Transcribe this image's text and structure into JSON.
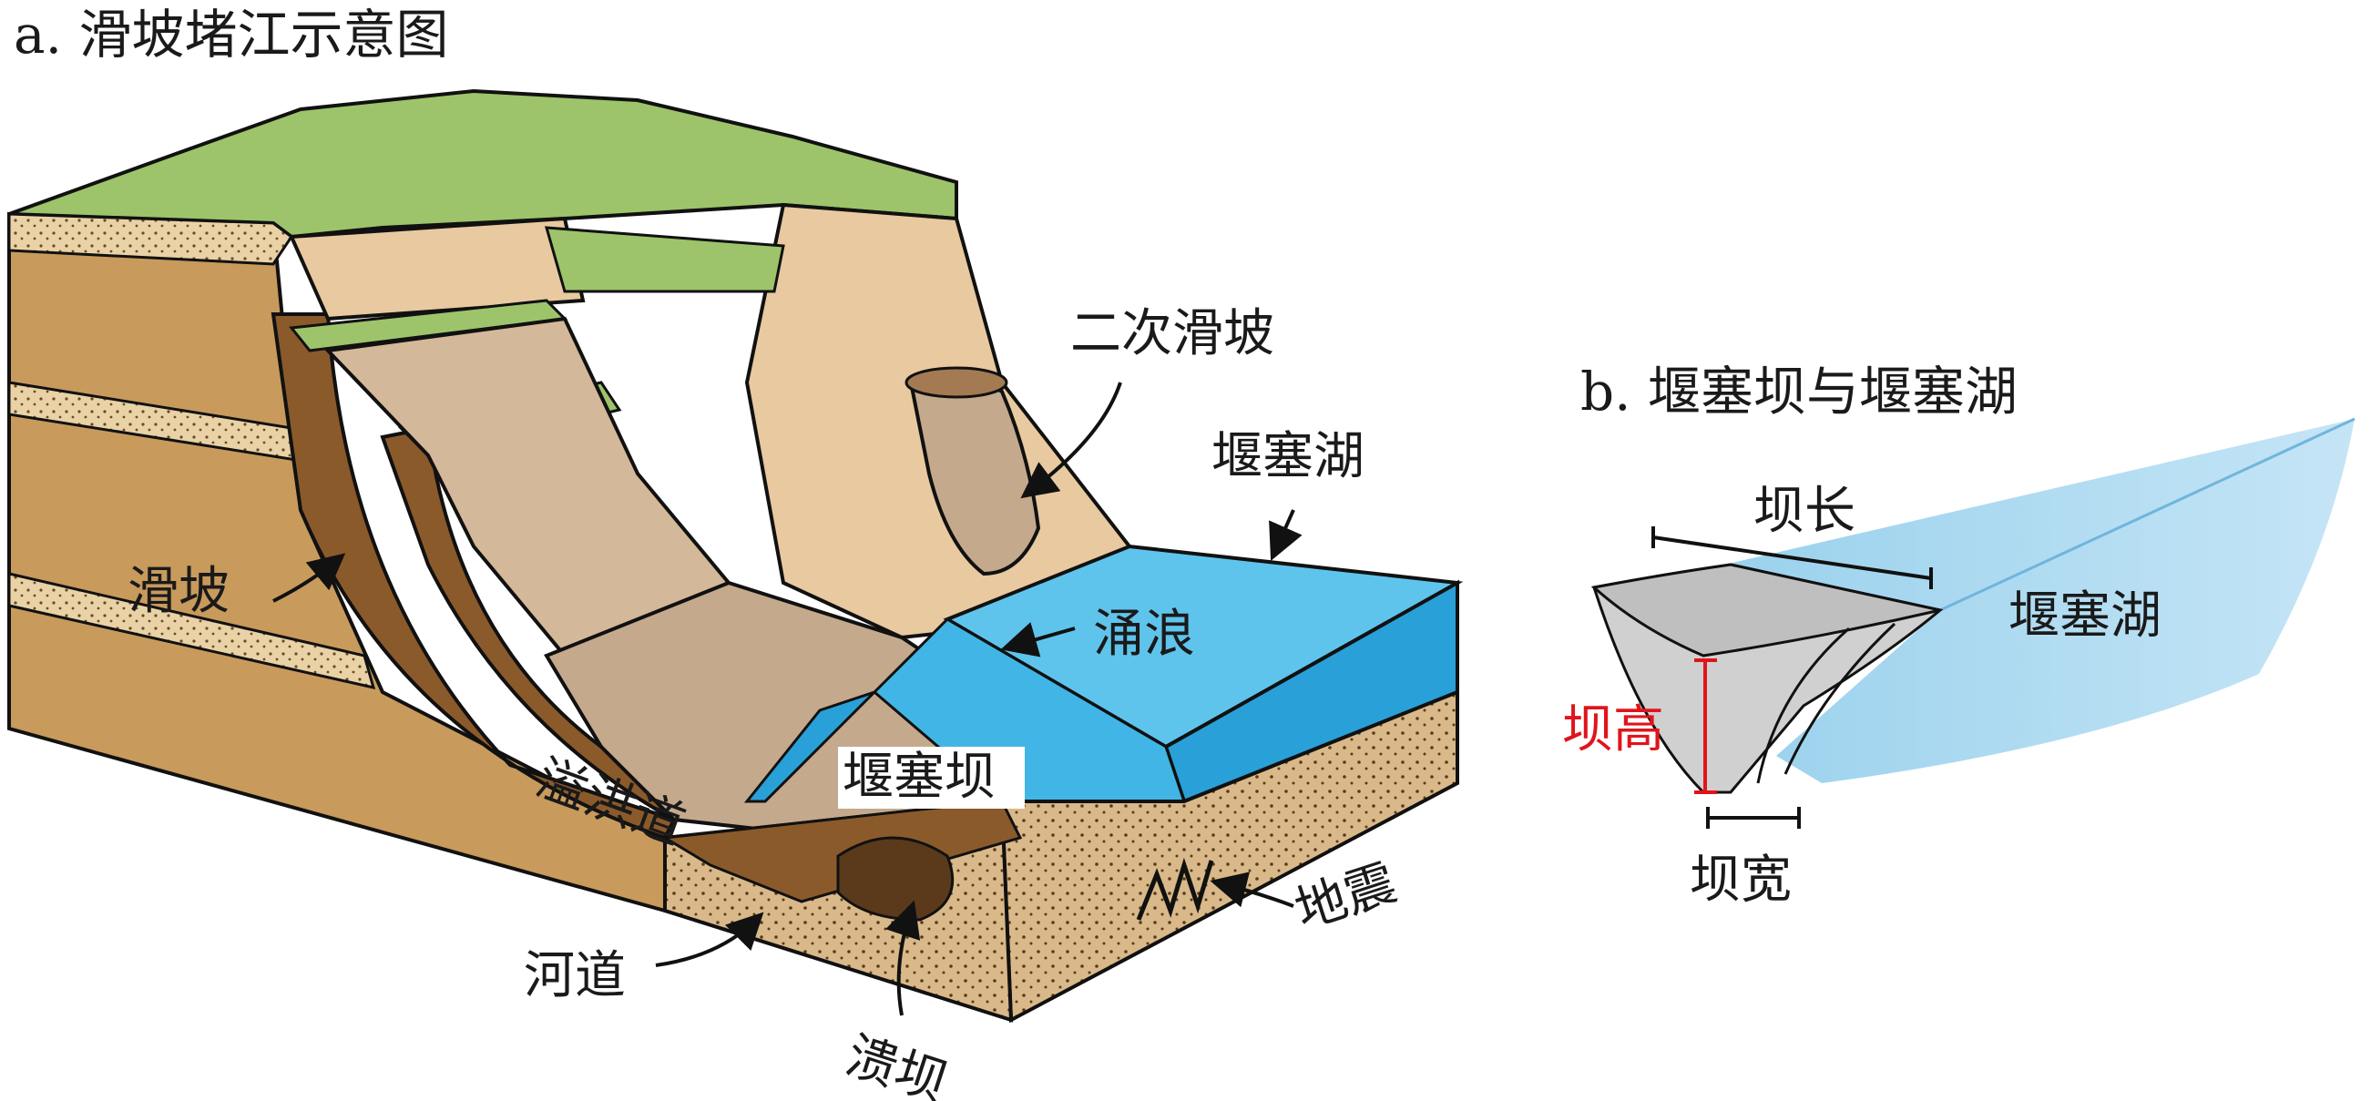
{
  "panel_a": {
    "title": "a. 滑坡堵江示意图",
    "labels": {
      "secondary_landslide": "二次滑坡",
      "dammed_lake": "堰塞湖",
      "landslide": "滑坡",
      "surge": "涌浪",
      "spillway": "溢洪道",
      "landslide_dam": "堰塞坝",
      "river_channel": "河道",
      "dam_breach": "溃坝",
      "earthquake": "地震"
    }
  },
  "panel_b": {
    "title": "b. 堰塞坝与堰塞湖",
    "labels": {
      "dam_length": "坝长",
      "dammed_lake": "堰塞湖",
      "dam_height": "坝高",
      "dam_width": "坝宽"
    }
  },
  "colors": {
    "grass": "#9dc46a",
    "cliff": "#e8c9a0",
    "soil": "#c89a5c",
    "dark_soil": "#8b5a2b",
    "debris": "#d4b89a",
    "water": "#41b6e6",
    "lake_light": "#a9d8f0",
    "dam_gray": "#cfcfcf",
    "accent_red": "#e0151c"
  }
}
